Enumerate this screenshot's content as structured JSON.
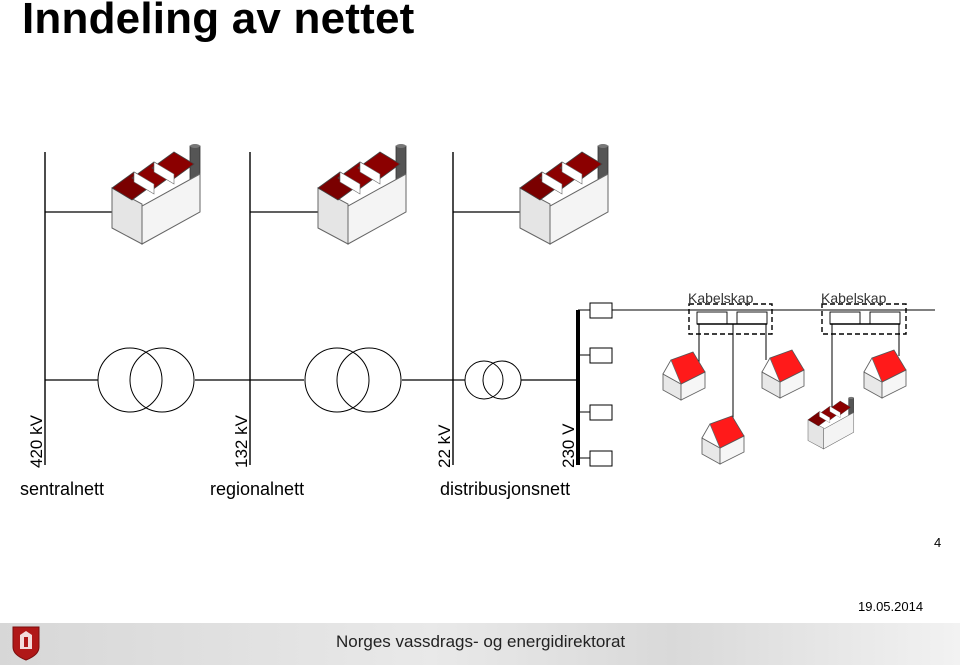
{
  "title": "Inndeling av nettet",
  "voltages": {
    "v420": "420 kV",
    "v132": "132 kV",
    "v22": "22 kV",
    "v230": "230 V"
  },
  "network_levels": {
    "central": "sentralnett",
    "regional": "regionalnett",
    "distribution": "distribusjonsnett"
  },
  "cabinets": [
    "Kabelskap",
    "Kabelskap"
  ],
  "page_number": "4",
  "date": "19.05.2014",
  "footer": "Norges vassdrags- og energidirektorat",
  "colors": {
    "factory_roof": "#8b0000",
    "house_roof": "#ff0000",
    "footer_bg": "#e0e0e0"
  }
}
